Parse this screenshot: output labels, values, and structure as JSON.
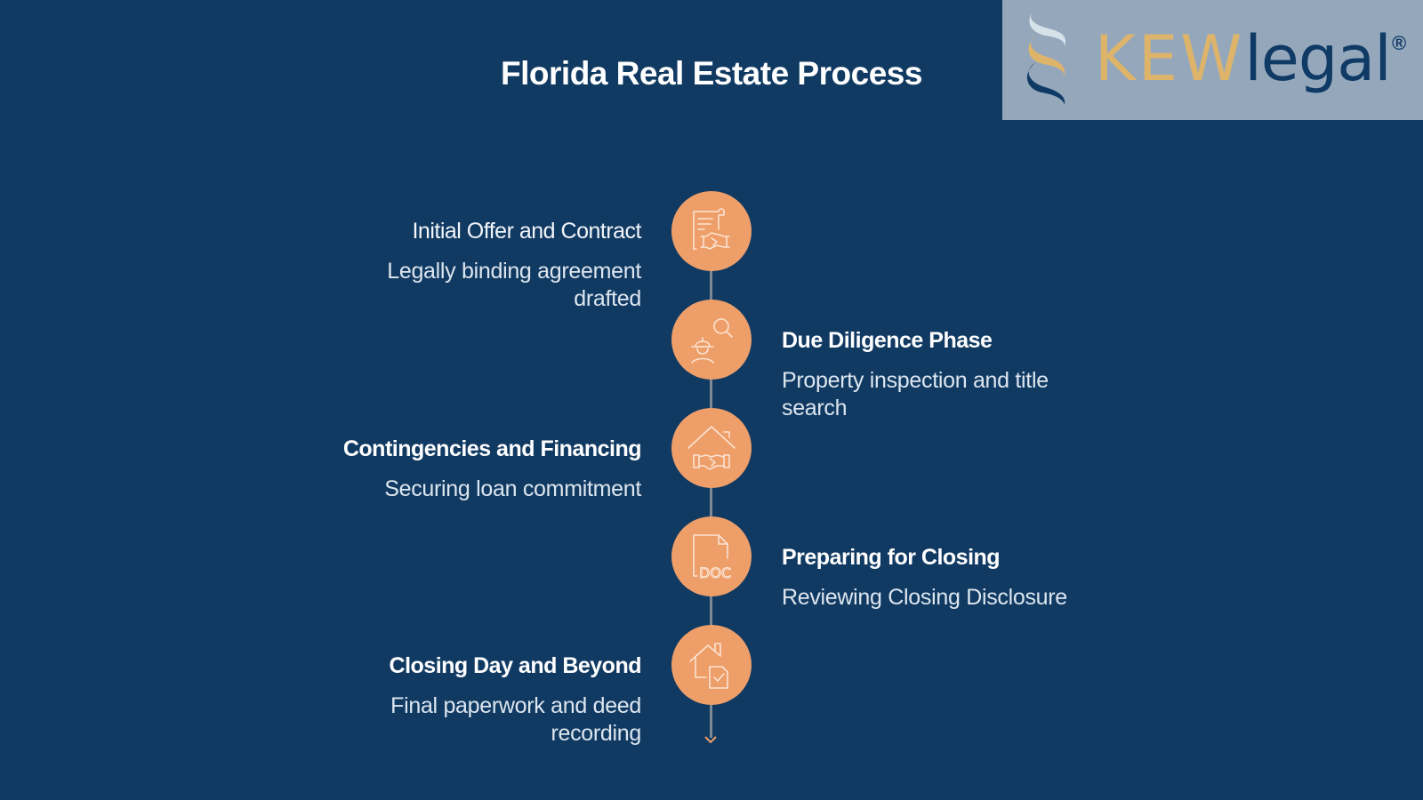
{
  "header": {
    "title": "Florida Real Estate Process"
  },
  "logo": {
    "brand_primary": "KEW",
    "brand_secondary": "legal",
    "registered_mark": "®",
    "colors": {
      "gold": "#deb46a",
      "navy": "#103a66",
      "light": "#d6e2ea",
      "box": "#95a8bb"
    }
  },
  "colors": {
    "background": "#113a63",
    "node_fill": "#ee9e68",
    "connector": "#7d8a96",
    "text": "#ffffff"
  },
  "steps": [
    {
      "title": "Initial Offer and Contract",
      "description": "Legally binding agreement drafted",
      "side": "left",
      "icon": "contract-handshake-icon"
    },
    {
      "title": "Due Diligence Phase",
      "description": "Property inspection and title search",
      "side": "right",
      "icon": "inspector-search-icon"
    },
    {
      "title": "Contingencies and Financing",
      "description": "Securing loan commitment",
      "side": "left",
      "icon": "house-handshake-icon"
    },
    {
      "title": "Preparing for Closing",
      "description": "Reviewing Closing Disclosure",
      "side": "right",
      "icon": "doc-file-icon"
    },
    {
      "title": "Closing Day and Beyond",
      "description": "Final paperwork and deed recording",
      "side": "left",
      "icon": "house-document-check-icon"
    }
  ]
}
